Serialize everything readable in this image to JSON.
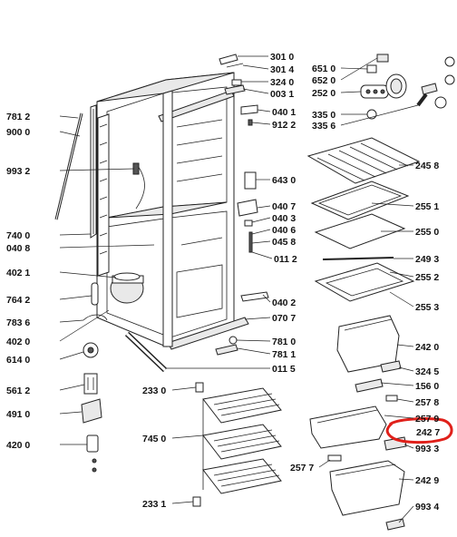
{
  "labels": {
    "l_301_0": "301 0",
    "l_301_4": "301 4",
    "l_324_0": "324 0",
    "l_003_1": "003 1",
    "l_040_1": "040 1",
    "l_912_2": "912 2",
    "l_781_2": "781 2",
    "l_900_0": "900 0",
    "l_993_2": "993 2",
    "l_643_0": "643 0",
    "l_040_7": "040 7",
    "l_040_3": "040 3",
    "l_040_6": "040 6",
    "l_045_8": "045 8",
    "l_011_2": "011 2",
    "l_740_0": "740 0",
    "l_040_8": "040 8",
    "l_402_1": "402 1",
    "l_764_2": "764 2",
    "l_783_6": "783 6",
    "l_402_0": "402 0",
    "l_040_2": "040 2",
    "l_070_7": "070 7",
    "l_781_0": "781 0",
    "l_781_1": "781 1",
    "l_011_5": "011 5",
    "l_614_0": "614 0",
    "l_561_2": "561 2",
    "l_491_0": "491 0",
    "l_420_0": "420 0",
    "l_233_0": "233 0",
    "l_745_0": "745 0",
    "l_233_1": "233 1",
    "l_651_0": "651 0",
    "l_652_0": "652 0",
    "l_252_0": "252 0",
    "l_335_0": "335 0",
    "l_335_6": "335 6",
    "l_245_8": "245 8",
    "l_255_1": "255 1",
    "l_255_0": "255 0",
    "l_249_3": "249 3",
    "l_255_2": "255 2",
    "l_255_3": "255 3",
    "l_242_0": "242 0",
    "l_324_5": "324 5",
    "l_156_0": "156 0",
    "l_257_8": "257 8",
    "l_257_9": "257 9",
    "l_242_7": "242 7",
    "l_993_3": "993 3",
    "l_257_7": "257 7",
    "l_242_9": "242 9",
    "l_993_4": "993 4"
  },
  "highlight": {
    "color": "#e0201a",
    "target": "242 7"
  }
}
